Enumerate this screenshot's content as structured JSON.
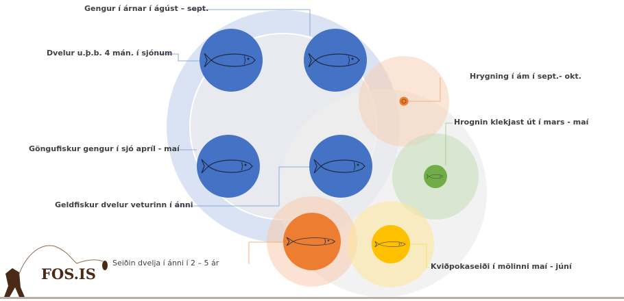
{
  "labels": {
    "gengur": "Gengur í árnar í ágúst – sept.",
    "dvelur": "Dvelur u.þ.b. 4 mán. í sjónum",
    "gongufiskur": "Göngufiskur gengur í sjó apríl - maí",
    "geldfiskur": "Geldfiskur dvelur veturinn í ánni",
    "seidin": "Seiðin dvelja í ánni í 2 – 5 ár",
    "hrygning": "Hrygning í ám í sept.- okt.",
    "hrognin": "Hrognin klekjast út í mars - maí",
    "kvidpoka": "Kviðpokaseiði í mölinni maí - júní"
  },
  "logo": "FOS.IS",
  "colors": {
    "blue": "#4472c4",
    "orange": "#ed7d31",
    "green": "#70ad47",
    "yellow": "#ffc000",
    "brown": "#4a2a17"
  }
}
